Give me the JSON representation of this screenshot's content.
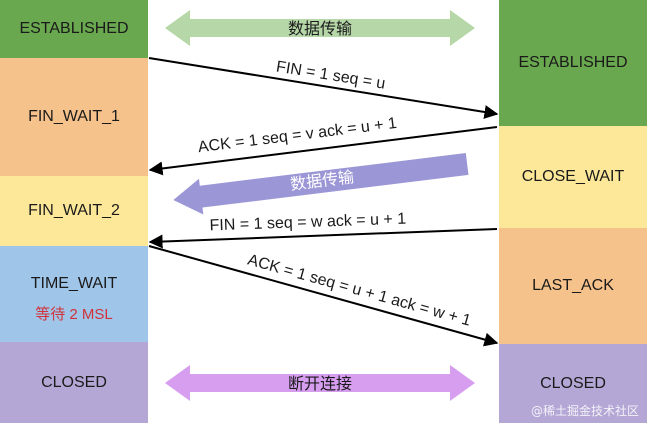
{
  "left_states": [
    {
      "label": "ESTABLISHED",
      "color": "#6aa84f"
    },
    {
      "label": "FIN_WAIT_1",
      "color": "#f6c28b"
    },
    {
      "label": "FIN_WAIT_2",
      "color": "#fde89a"
    },
    {
      "label": "TIME_WAIT",
      "note": "等待 2 MSL",
      "color": "#9fc5e8"
    },
    {
      "label": "CLOSED",
      "color": "#b4a7d6"
    }
  ],
  "right_states": [
    {
      "label": "ESTABLISHED",
      "color": "#6aa84f"
    },
    {
      "label": "CLOSE_WAIT",
      "color": "#fde89a"
    },
    {
      "label": "LAST_ACK",
      "color": "#f6c28b"
    },
    {
      "label": "CLOSED",
      "color": "#b4a7d6"
    }
  ],
  "messages": [
    {
      "text": "FIN = 1 seq = u"
    },
    {
      "text": "ACK = 1 seq = v ack = u + 1"
    },
    {
      "text": "FIN = 1 seq = w ack = u + 1"
    },
    {
      "text": "ACK = 1 seq = u + 1 ack = w + 1"
    }
  ],
  "banners": {
    "top": {
      "text": "数据传输",
      "color": "#b6d7a8"
    },
    "middle": {
      "text": "数据传输",
      "color": "#9b97d6"
    },
    "bottom": {
      "text": "断开连接",
      "color": "#d79ef0"
    }
  },
  "watermark": "@稀土掘金技术社区"
}
